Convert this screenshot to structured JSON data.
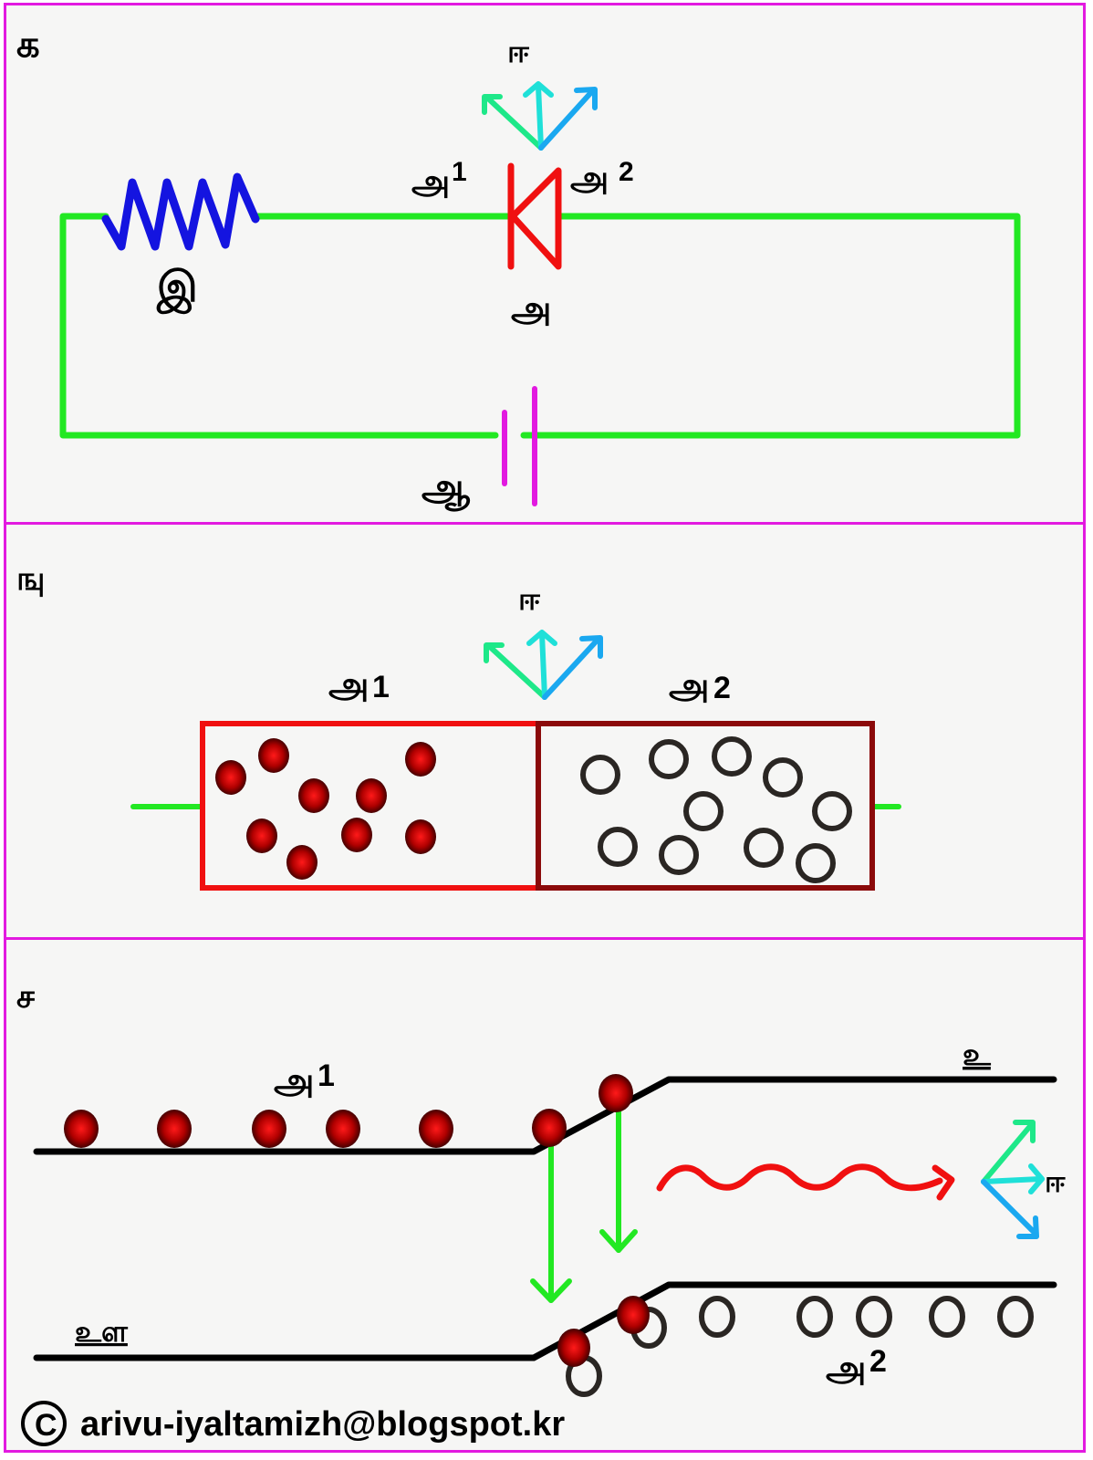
{
  "panels": [
    {
      "id": "ka",
      "label": "க",
      "title": "LED circuit",
      "components": {
        "resistor_label": "இ",
        "battery_label": "ஆ",
        "diode_label": "அ",
        "anode_label": "அ",
        "anode_sub": "1",
        "cathode_label": "அ",
        "cathode_sub": "2",
        "light_label": "ஈ"
      }
    },
    {
      "id": "nga",
      "label": "ஙு",
      "title": "PN junction",
      "components": {
        "n_region_label": "அ",
        "n_region_sub": "1",
        "p_region_label": "அ",
        "p_region_sub": "2",
        "light_label": "ஈ",
        "electron_count": 9,
        "hole_count": 10
      }
    },
    {
      "id": "sa",
      "label": "ச",
      "title": "Energy band diagram",
      "components": {
        "n_side_label": "அ",
        "n_side_sub": "1",
        "p_side_label": "அ",
        "p_side_sub": "2",
        "conduction_band_label": "உ",
        "valence_band_label": "உள",
        "light_label": "ஈ",
        "conduction_electrons": 7,
        "valence_holes": 7
      }
    }
  ],
  "footer": {
    "copyright_symbol": "©",
    "credit": "arivu-iyaltamizh@blogspot.kr"
  },
  "colors": {
    "border": "#e21ae0",
    "wire": "#22e822",
    "resistor": "#1414e0",
    "diode": "#f01010",
    "battery": "#e21ae0",
    "n_box": "#f01010",
    "p_box": "#8b0a0a",
    "arrow_green": "#22e822",
    "wave": "#f01010"
  }
}
